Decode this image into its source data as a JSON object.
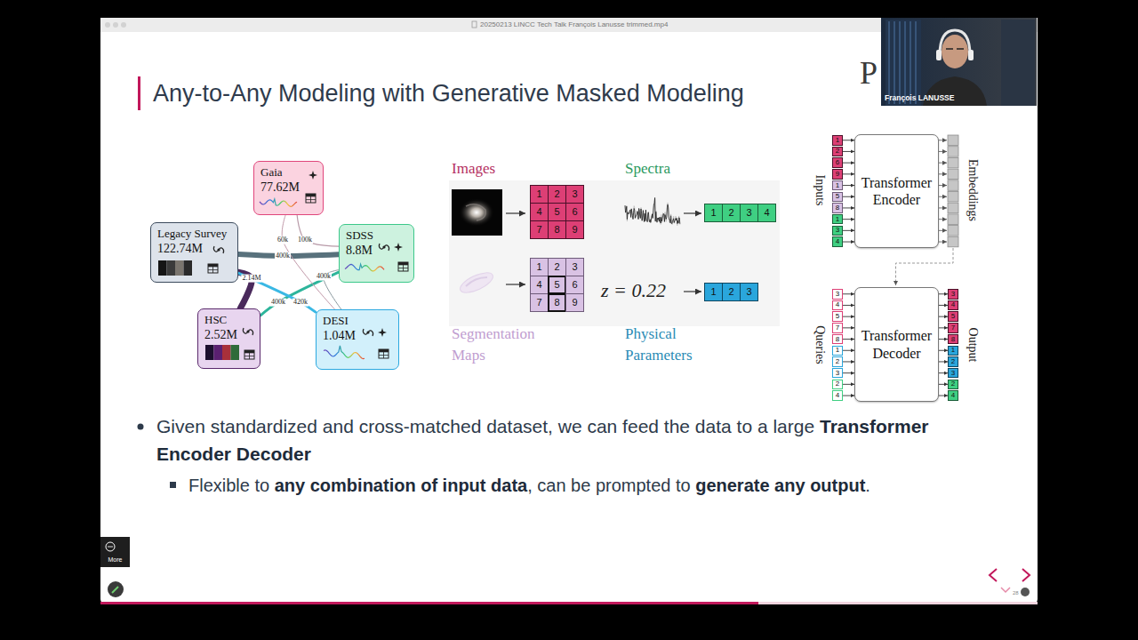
{
  "diagram": {
    "title": "Any-to-Any Modeling with Generative Masked Modeling",
    "nodes": [
      {
        "text": [
          "Gaia",
          "77.62M"
        ]
      },
      {
        "text": [
          "Legacy Survey",
          "122.74M"
        ]
      },
      {
        "text": [
          "SDSS",
          "8.8M"
        ]
      },
      {
        "text": [
          "HSC",
          "2.52M"
        ]
      },
      {
        "text": [
          "DESI",
          "1.04M"
        ]
      },
      {
        "text": [
          "1"
        ]
      },
      {
        "text": [
          "2"
        ]
      },
      {
        "text": [
          "3"
        ]
      },
      {
        "text": [
          "4"
        ]
      },
      {
        "text": [
          "5"
        ]
      },
      {
        "text": [
          "6"
        ]
      },
      {
        "text": [
          "7"
        ]
      },
      {
        "text": [
          "8"
        ]
      },
      {
        "text": [
          "9"
        ]
      },
      {
        "text": [
          "1"
        ]
      },
      {
        "text": [
          "2"
        ]
      },
      {
        "text": [
          "3"
        ]
      },
      {
        "text": [
          "4"
        ]
      },
      {
        "text": [
          "1"
        ]
      },
      {
        "text": [
          "2"
        ]
      },
      {
        "text": [
          "3"
        ]
      },
      {
        "text": [
          "4"
        ]
      },
      {
        "text": [
          "5"
        ]
      },
      {
        "text": [
          "6"
        ]
      },
      {
        "text": [
          "7"
        ]
      },
      {
        "text": [
          "8"
        ]
      },
      {
        "text": [
          "9"
        ]
      },
      {
        "text": [
          "1"
        ]
      },
      {
        "text": [
          "2"
        ]
      },
      {
        "text": [
          "3"
        ]
      },
      {
        "text": [
          "1"
        ]
      },
      {
        "text": [
          "2"
        ]
      },
      {
        "text": [
          "6"
        ]
      },
      {
        "text": [
          "9"
        ]
      },
      {
        "text": [
          "1"
        ]
      },
      {
        "text": [
          "5"
        ]
      },
      {
        "text": [
          "8"
        ]
      },
      {
        "text": [
          "1"
        ]
      },
      {
        "text": [
          "3"
        ]
      },
      {
        "text": [
          "4"
        ]
      },
      {
        "text": [
          "Transformer Encoder"
        ]
      },
      {
        "text": [
          "3"
        ]
      },
      {
        "text": [
          "4"
        ]
      },
      {
        "text": [
          "5"
        ]
      },
      {
        "text": [
          "7"
        ]
      },
      {
        "text": [
          "8"
        ]
      },
      {
        "text": [
          "1"
        ]
      },
      {
        "text": [
          "2"
        ]
      },
      {
        "text": [
          "3"
        ]
      },
      {
        "text": [
          "2"
        ]
      },
      {
        "text": [
          "4"
        ]
      },
      {
        "text": [
          "Transformer Decoder"
        ]
      },
      {
        "text": [
          "3"
        ]
      },
      {
        "text": [
          "4"
        ]
      },
      {
        "text": [
          "5"
        ]
      },
      {
        "text": [
          "7"
        ]
      },
      {
        "text": [
          "8"
        ]
      },
      {
        "text": [
          "1"
        ]
      },
      {
        "text": [
          "2"
        ]
      },
      {
        "text": [
          "3"
        ]
      },
      {
        "text": [
          "2"
        ]
      },
      {
        "text": [
          "4"
        ]
      }
    ],
    "edges": [
      {
        "from": 1,
        "to": 2,
        "label": "400k",
        "arrow": "none"
      },
      {
        "from": 1,
        "to": 3,
        "label": "2.14M",
        "arrow": "none"
      },
      {
        "from": 3,
        "to": 2,
        "label": "400k",
        "arrow": "none"
      },
      {
        "from": 1,
        "to": 4,
        "label": "420k",
        "arrow": "none"
      },
      {
        "from": 2,
        "to": 4,
        "label": "400k",
        "arrow": "none"
      },
      {
        "from": 0,
        "to": 4,
        "label": "60k",
        "arrow": "none"
      },
      {
        "from": 0,
        "to": 2,
        "label": "100k",
        "arrow": "none"
      },
      {
        "from": 30,
        "to": 40,
        "arrow": "to"
      },
      {
        "from": 31,
        "to": 40,
        "arrow": "to"
      },
      {
        "from": 32,
        "to": 40,
        "arrow": "to"
      },
      {
        "from": 33,
        "to": 40,
        "arrow": "to"
      },
      {
        "from": 34,
        "to": 40,
        "arrow": "to"
      },
      {
        "from": 35,
        "to": 40,
        "arrow": "to"
      },
      {
        "from": 36,
        "to": 40,
        "arrow": "to"
      },
      {
        "from": 37,
        "to": 40,
        "arrow": "to"
      },
      {
        "from": 38,
        "to": 40,
        "arrow": "to"
      },
      {
        "from": 39,
        "to": 40,
        "arrow": "to"
      },
      {
        "from": 41,
        "to": 51,
        "arrow": "to"
      },
      {
        "from": 42,
        "to": 51,
        "arrow": "to"
      },
      {
        "from": 43,
        "to": 51,
        "arrow": "to"
      },
      {
        "from": 44,
        "to": 51,
        "arrow": "to"
      },
      {
        "from": 45,
        "to": 51,
        "arrow": "to"
      },
      {
        "from": 46,
        "to": 51,
        "arrow": "to"
      },
      {
        "from": 47,
        "to": 51,
        "arrow": "to"
      },
      {
        "from": 48,
        "to": 51,
        "arrow": "to"
      },
      {
        "from": 49,
        "to": 51,
        "arrow": "to"
      },
      {
        "from": 50,
        "to": 51,
        "arrow": "to"
      },
      {
        "from": 51,
        "to": 52,
        "arrow": "to"
      },
      {
        "from": 51,
        "to": 53,
        "arrow": "to"
      },
      {
        "from": 51,
        "to": 54,
        "arrow": "to"
      },
      {
        "from": 51,
        "to": 55,
        "arrow": "to"
      },
      {
        "from": 51,
        "to": 56,
        "arrow": "to"
      },
      {
        "from": 51,
        "to": 57,
        "arrow": "to"
      },
      {
        "from": 51,
        "to": 58,
        "arrow": "to"
      },
      {
        "from": 51,
        "to": 59,
        "arrow": "to"
      },
      {
        "from": 51,
        "to": 60,
        "arrow": "to"
      },
      {
        "from": 51,
        "to": 61,
        "arrow": "to"
      }
    ],
    "labels": [
      "20250213 LINCC Tech Talk François Lanusse trimmed.mp4",
      "François LANUSSE",
      "P",
      "Images",
      "Spectra",
      "Inputs",
      "Embeddings",
      "z = 0.22",
      "Queries",
      "Output",
      "Segmentation Maps",
      "Physical Parameters",
      "Given standardized and cross-matched dataset, we can feed the data to a large",
      "Transformer Encoder Decoder",
      "Flexible to",
      "any combination of input data",
      ", can be prompted to",
      "generate any output",
      ".",
      "More",
      "28"
    ]
  }
}
